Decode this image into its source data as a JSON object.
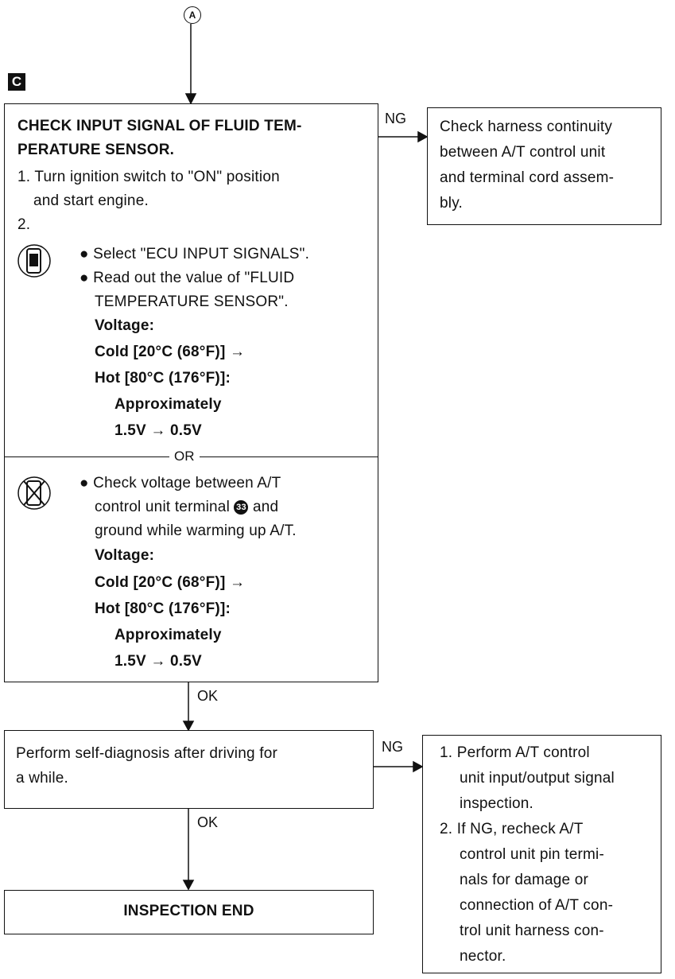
{
  "connector": "A",
  "section_badge": "C",
  "check_box": {
    "title_lines": [
      "CHECK INPUT SIGNAL OF FLUID TEM-",
      "PERATURE SENSOR."
    ],
    "step1_lines": [
      "1. Turn ignition switch to \"ON\" position",
      "and start engine."
    ],
    "step2": "2.",
    "consult_bullets": [
      "Select \"ECU INPUT SIGNALS\".",
      "Read out the value of \"FLUID",
      "TEMPERATURE SENSOR\"."
    ],
    "consult_spec": [
      "Voltage:",
      "Cold [20°C (68°F)] →",
      "Hot [80°C (176°F)]:",
      "Approximately",
      "1.5V → 0.5V"
    ],
    "or_label": "OR",
    "tester_bullets": [
      "Check voltage between A/T",
      "control unit terminal",
      "and",
      "ground while warming up A/T."
    ],
    "terminal_number": "33",
    "tester_spec": [
      "Voltage:",
      "Cold [20°C (68°F)] →",
      "Hot [80°C (176°F)]:",
      "Approximately",
      "1.5V → 0.5V"
    ]
  },
  "ng_label_1": "NG",
  "ng_box_1_lines": [
    "Check harness continuity",
    "between A/T control unit",
    "and terminal cord assem-",
    "bly."
  ],
  "ok_label_1": "OK",
  "selfdiag_box_lines": [
    "Perform self-diagnosis after driving for",
    "a while."
  ],
  "ng_label_2": "NG",
  "ng_box_2_lines": [
    "1. Perform A/T control",
    "unit input/output signal",
    "inspection.",
    "2. If NG, recheck A/T",
    "control unit pin termi-",
    "nals for damage or",
    "connection of A/T con-",
    "trol unit harness con-",
    "nector."
  ],
  "ok_label_2": "OK",
  "end_box": "INSPECTION END"
}
